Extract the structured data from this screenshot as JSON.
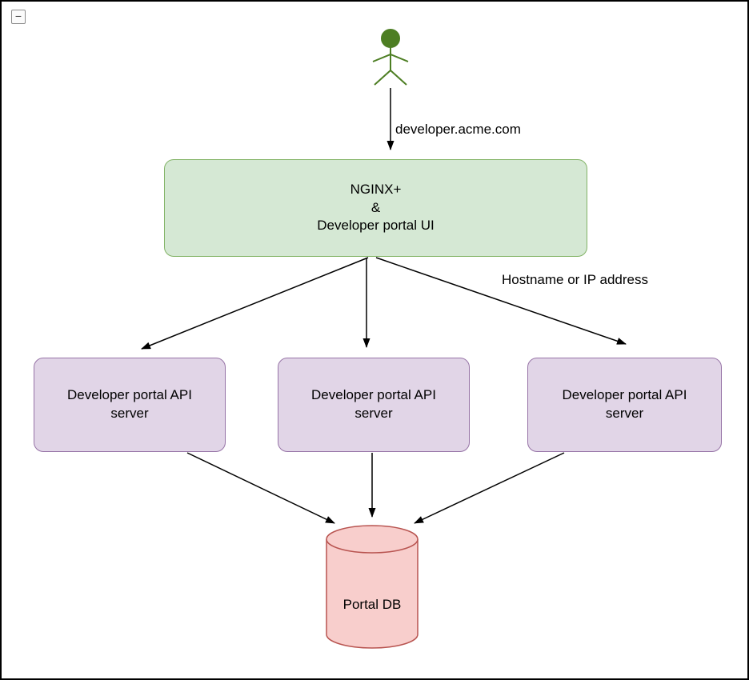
{
  "window": {
    "collapse_button_label": "−"
  },
  "diagram": {
    "actor": {
      "name": "user",
      "color": "#4d7e23"
    },
    "edge_labels": {
      "domain": "developer.acme.com",
      "routing": "Hostname or IP address"
    },
    "nodes": {
      "gateway": {
        "label": "NGINX+\n&\nDeveloper portal UI",
        "fill": "#d5e8d4",
        "stroke": "#82b366"
      },
      "api_servers": [
        {
          "label": "Developer portal API\nserver"
        },
        {
          "label": "Developer portal API\nserver"
        },
        {
          "label": "Developer portal API\nserver"
        }
      ],
      "api_server_fill": "#e1d5e7",
      "api_server_stroke": "#9673a6",
      "database": {
        "label": "Portal DB",
        "fill": "#f8cecc",
        "stroke": "#b85450"
      }
    }
  }
}
